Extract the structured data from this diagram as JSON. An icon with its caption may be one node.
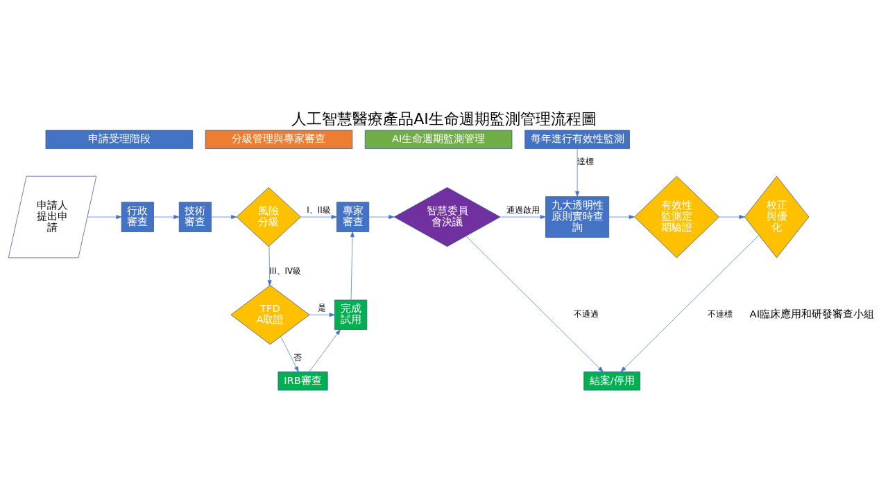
{
  "diagram": {
    "title": "人工智慧醫療產品AI生命週期監測管理流程圖",
    "nodes": [
      {
        "text": [
          "申請受理階段"
        ]
      },
      {
        "text": [
          "分級管理與專家審查"
        ]
      },
      {
        "text": [
          "AI生命週期監測管理"
        ]
      },
      {
        "text": [
          "申請人提出申請"
        ]
      },
      {
        "text": [
          "行政審查"
        ]
      },
      {
        "text": [
          "技術審查"
        ]
      },
      {
        "text": [
          "風險分級"
        ]
      },
      {
        "text": [
          "專家審查"
        ]
      },
      {
        "text": [
          "智慧委員會決議"
        ]
      },
      {
        "text": [
          "九大透明性原則實時查詢"
        ]
      },
      {
        "text": [
          "每年進行有效性監測"
        ]
      },
      {
        "text": [
          "有效性監測定期驗證"
        ]
      },
      {
        "text": [
          "校正與優化"
        ]
      },
      {
        "text": [
          "TFDA取證"
        ]
      },
      {
        "text": [
          "完成試用"
        ]
      },
      {
        "text": [
          "IRB審查"
        ]
      },
      {
        "text": [
          "結案/停用"
        ]
      }
    ],
    "edges": [
      {
        "from": 3,
        "to": 4,
        "arrow": "to"
      },
      {
        "from": 4,
        "to": 5,
        "arrow": "to"
      },
      {
        "from": 5,
        "to": 6,
        "arrow": "to"
      },
      {
        "from": 6,
        "to": 7,
        "arrow": "to",
        "label": "I、II級"
      },
      {
        "from": 6,
        "to": 13,
        "arrow": "to",
        "label": "III、IV級"
      },
      {
        "from": 13,
        "to": 14,
        "arrow": "to",
        "label": "是"
      },
      {
        "from": 13,
        "to": 15,
        "arrow": "to",
        "label": "否"
      },
      {
        "from": 15,
        "to": 14,
        "arrow": "to"
      },
      {
        "from": 14,
        "to": 7,
        "arrow": "to"
      },
      {
        "from": 7,
        "to": 8,
        "arrow": "to"
      },
      {
        "from": 8,
        "to": 9,
        "arrow": "to",
        "label": "通過啟用"
      },
      {
        "from": 8,
        "to": 16,
        "arrow": "to",
        "label": "不通過"
      },
      {
        "from": 9,
        "to": 11,
        "arrow": "to"
      },
      {
        "from": 11,
        "to": 12,
        "arrow": "to"
      },
      {
        "from": 12,
        "to": 16,
        "arrow": "to",
        "label": "不達標"
      },
      {
        "from": 10,
        "to": 9,
        "arrow": "to",
        "label": "達標"
      }
    ],
    "labels": [
      "AI臨床應用和研發審查小組"
    ]
  }
}
